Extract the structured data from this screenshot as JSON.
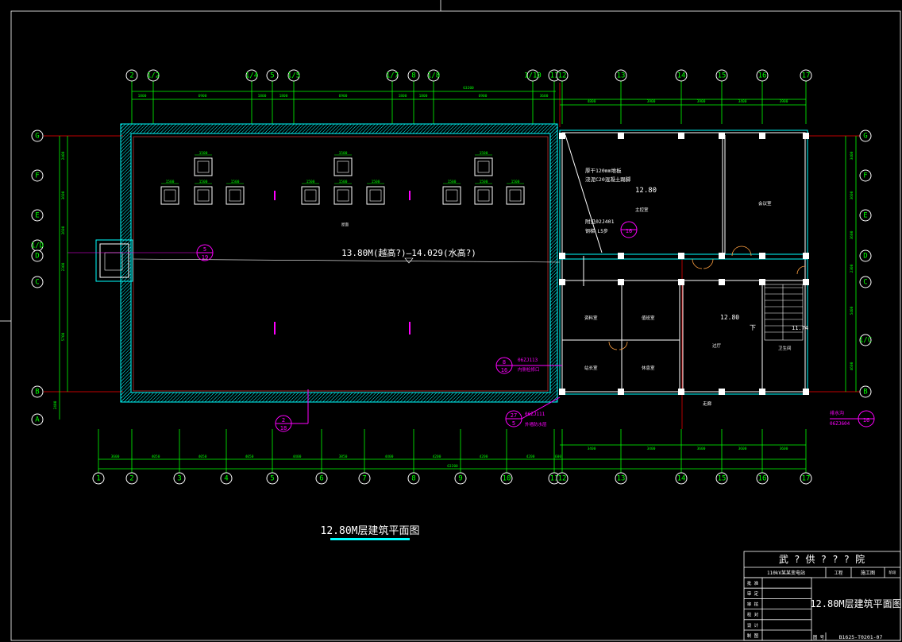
{
  "colors": {
    "background": "#000000",
    "axis": "#00ff00",
    "wall": "#ffffff",
    "roof_edge": "#00ffff",
    "annotation": "#ff00ff",
    "grid_line": "#ff0000",
    "window": "#00ffff"
  },
  "axes_top": [
    "2",
    "1/2",
    "1/4",
    "5",
    "1/5",
    "1/7",
    "8",
    "1/8",
    "1/10",
    "11",
    "12",
    "13",
    "14",
    "15",
    "16",
    "17"
  ],
  "axes_bottom": [
    "1",
    "2",
    "3",
    "4",
    "5",
    "6",
    "7",
    "8",
    "9",
    "10",
    "11",
    "12",
    "13",
    "14",
    "15",
    "16",
    "17"
  ],
  "axes_left": [
    "G",
    "F",
    "E",
    "1/D",
    "D",
    "C",
    "B",
    "A"
  ],
  "axes_right": [
    "G",
    "F",
    "E",
    "D",
    "C",
    "1/C",
    "B"
  ],
  "dims_top_overall": "63200",
  "dims_top": [
    "1800",
    "6900",
    "1800",
    "1800",
    "6900",
    "1800",
    "1800",
    "6900",
    "3600"
  ],
  "dims_top_right": [
    "4800",
    "3900",
    "3900",
    "3400",
    "3900",
    "3600"
  ],
  "dims_bottom": [
    "3600",
    "4050",
    "4050",
    "4050",
    "4400",
    "3850",
    "4400",
    "4200",
    "4200",
    "4200",
    "600",
    "3400",
    "3400",
    "3600",
    "3600",
    "3600"
  ],
  "dims_bottom_overall": "63200",
  "dims_left": [
    "2400",
    "3600",
    "2600",
    "2300",
    "5700",
    "2400"
  ],
  "dims_right": [
    "3400",
    "3600",
    "3600",
    "2300",
    "5400",
    "4600"
  ],
  "labels": {
    "roof_level": "13.80M(越高?)–14.029(水高?)",
    "floor_level_1": "12.80",
    "floor_level_2": "12.80",
    "stair_down": "下",
    "stair_level": "11.74",
    "slab_note_1": "厚干120mm堆板",
    "slab_note_2": "浇泥C20混凝土踢脚",
    "window_size": "1500",
    "stair_ref": "附见02J401",
    "stair_ref2": "钢梯 L5步",
    "detail_1": "5",
    "detail_1b": "19",
    "detail_2": "2",
    "detail_2b": "18",
    "detail_3": "8",
    "detail_3b": "16",
    "detail_4": "27",
    "detail_4b": "5",
    "detail_5": "16",
    "detail_6": "16",
    "ref_3": "06ZJ113",
    "ref_3b": "内侧检修口",
    "ref_4": "06ZJ111",
    "ref_4b": "外墙防水层",
    "ref_6": "排水沟",
    "ref_6b": "06ZJ604",
    "room_main": "主控室",
    "room_meeting": "会议室",
    "room_a": "资料室",
    "room_b": "值班室",
    "room_c": "站长室",
    "room_d": "休息室",
    "room_hall": "过厅",
    "room_wc": "卫生间",
    "room_corr": "走廊",
    "roof_label": "屋面",
    "plan_title": "12.80M层建筑平面图"
  },
  "title_block": {
    "company": "武 ? 供 ? ? ? 院",
    "project": "110kV某某变电站",
    "stage_label": "工程",
    "stage_value": "施工图",
    "rows": [
      "批 准",
      "审 定",
      "审 核",
      "校 对",
      "设 计",
      "制 图"
    ],
    "drawing_title": "12.80M层建筑平面图",
    "drawing_no_label": "图 号",
    "drawing_no": "B1625-T0201-07",
    "extra": "阶段"
  }
}
